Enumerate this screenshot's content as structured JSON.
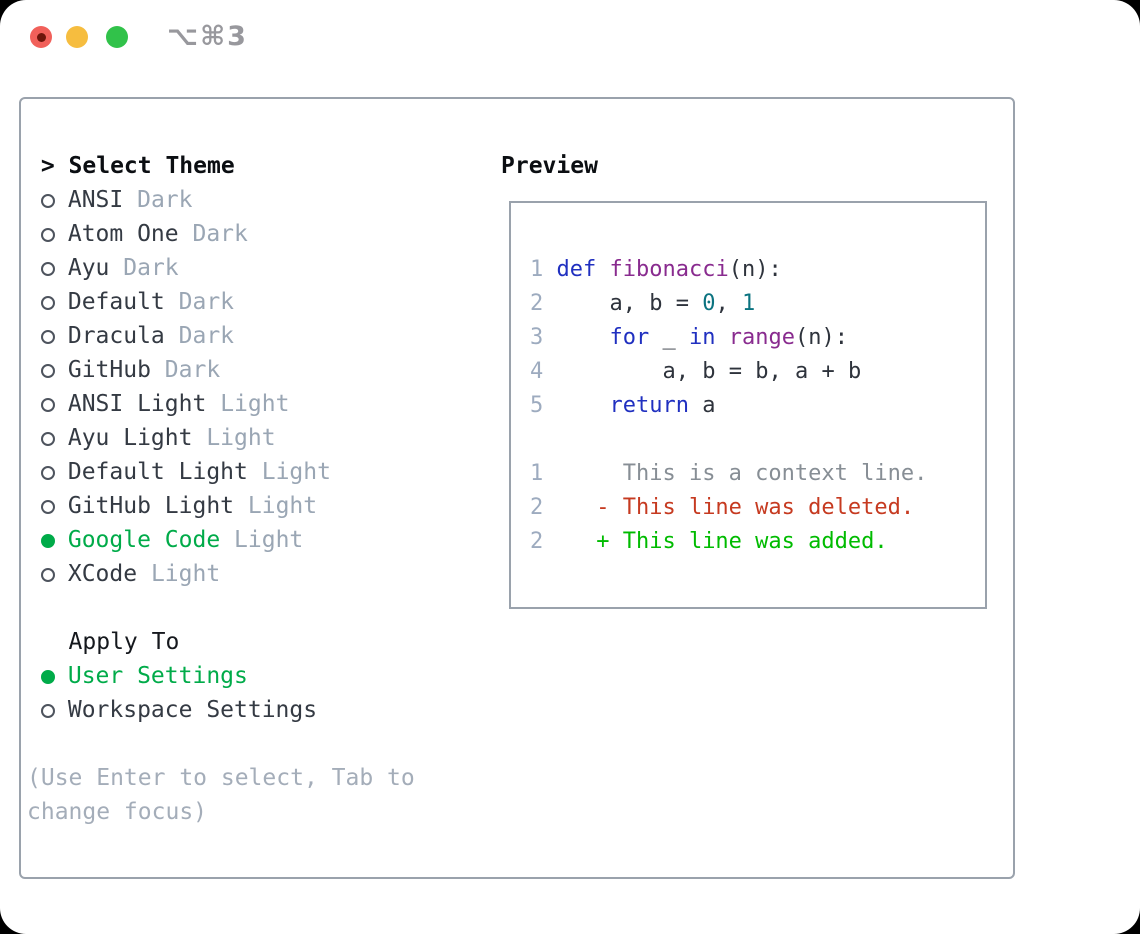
{
  "window": {
    "shortcut": "⌥⌘3",
    "traffic_lights": [
      "close",
      "minimize",
      "zoom"
    ]
  },
  "theme_panel": {
    "prompt": ">",
    "title": "Select Theme",
    "items": [
      {
        "name": "ANSI",
        "variant": "Dark",
        "selected": false
      },
      {
        "name": "Atom One",
        "variant": "Dark",
        "selected": false
      },
      {
        "name": "Ayu",
        "variant": "Dark",
        "selected": false
      },
      {
        "name": "Default",
        "variant": "Dark",
        "selected": false
      },
      {
        "name": "Dracula",
        "variant": "Dark",
        "selected": false
      },
      {
        "name": "GitHub",
        "variant": "Dark",
        "selected": false
      },
      {
        "name": "ANSI Light",
        "variant": "Light",
        "selected": false
      },
      {
        "name": "Ayu Light",
        "variant": "Light",
        "selected": false
      },
      {
        "name": "Default Light",
        "variant": "Light",
        "selected": false
      },
      {
        "name": "GitHub Light",
        "variant": "Light",
        "selected": false
      },
      {
        "name": "Google Code",
        "variant": "Light",
        "selected": true
      },
      {
        "name": "XCode",
        "variant": "Light",
        "selected": false
      }
    ],
    "apply_to": {
      "title": "Apply To",
      "options": [
        {
          "label": "User Settings",
          "selected": true
        },
        {
          "label": "Workspace Settings",
          "selected": false
        }
      ]
    },
    "help_lines": [
      "(Use Enter to select, Tab to",
      "change focus)"
    ]
  },
  "preview": {
    "title": "Preview",
    "code_lines": [
      {
        "num": "1",
        "tokens": [
          [
            "pl",
            " "
          ],
          [
            "kw",
            "def"
          ],
          [
            "pl",
            " "
          ],
          [
            "fn",
            "fibonacci"
          ],
          [
            "pl",
            "("
          ],
          [
            "va",
            "n"
          ],
          [
            "pl",
            "):"
          ]
        ]
      },
      {
        "num": "2",
        "tokens": [
          [
            "pl",
            "     "
          ],
          [
            "va",
            "a"
          ],
          [
            "pl",
            ", "
          ],
          [
            "va",
            "b"
          ],
          [
            "pl",
            " = "
          ],
          [
            "lit",
            "0"
          ],
          [
            "pl",
            ", "
          ],
          [
            "lit",
            "1"
          ]
        ]
      },
      {
        "num": "3",
        "tokens": [
          [
            "pl",
            "     "
          ],
          [
            "kw",
            "for"
          ],
          [
            "pl",
            " "
          ],
          [
            "va",
            "_"
          ],
          [
            "pl",
            " "
          ],
          [
            "kw",
            "in"
          ],
          [
            "pl",
            " "
          ],
          [
            "fn",
            "range"
          ],
          [
            "pl",
            "("
          ],
          [
            "va",
            "n"
          ],
          [
            "pl",
            "):"
          ]
        ]
      },
      {
        "num": "4",
        "tokens": [
          [
            "pl",
            "         "
          ],
          [
            "va",
            "a"
          ],
          [
            "pl",
            ", "
          ],
          [
            "va",
            "b"
          ],
          [
            "pl",
            " = "
          ],
          [
            "va",
            "b"
          ],
          [
            "pl",
            ", "
          ],
          [
            "va",
            "a"
          ],
          [
            "pl",
            " + "
          ],
          [
            "va",
            "b"
          ]
        ]
      },
      {
        "num": "5",
        "tokens": [
          [
            "pl",
            "     "
          ],
          [
            "kw",
            "return"
          ],
          [
            "pl",
            " "
          ],
          [
            "va",
            "a"
          ]
        ]
      }
    ],
    "diff_lines": [
      {
        "num": "1",
        "type": "context",
        "tokens": [
          [
            "ctx",
            "      This is a context line."
          ]
        ]
      },
      {
        "num": "2",
        "type": "deleted",
        "tokens": [
          [
            "del",
            "    - This line was deleted."
          ]
        ]
      },
      {
        "num": "2",
        "type": "added",
        "tokens": [
          [
            "add",
            "    + This line was added."
          ]
        ]
      }
    ]
  },
  "colors": {
    "accent_green": "#00ab49",
    "added_green": "#00bb00",
    "deleted_red": "#c63a20",
    "keyword_blue": "#2030c0",
    "function_purple": "#892b8f",
    "literal_teal": "#0b7380",
    "line_number": "#9dabbf",
    "border_gray": "#9aa2ac"
  }
}
